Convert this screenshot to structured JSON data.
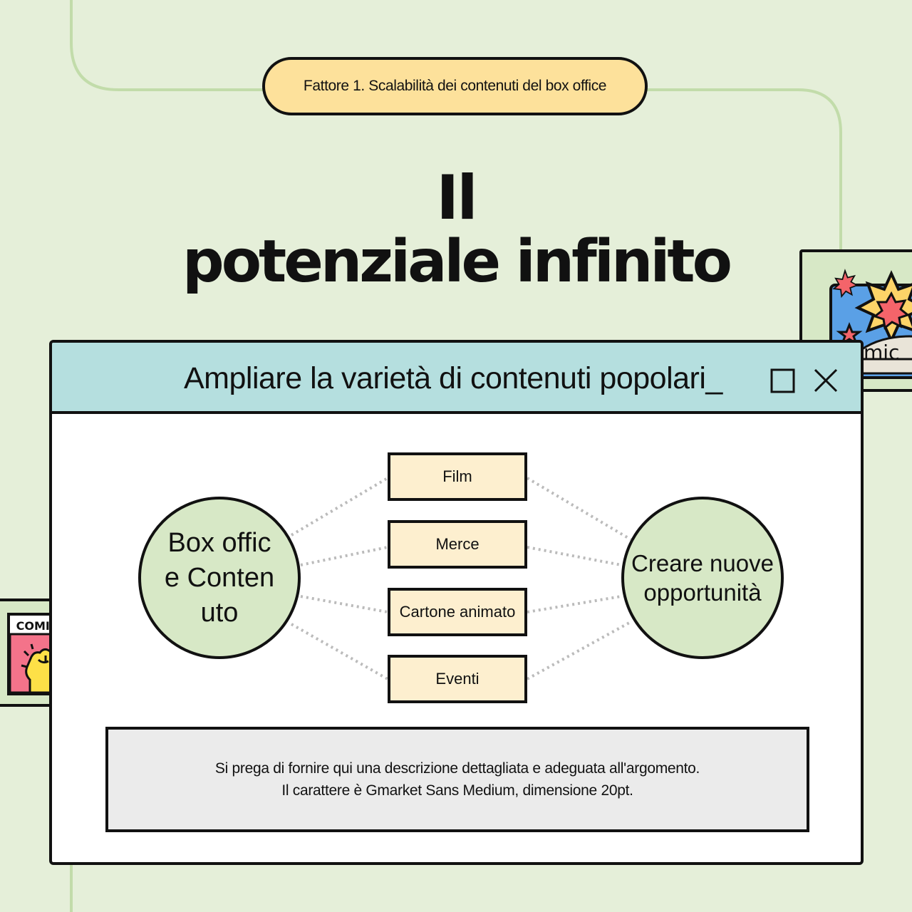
{
  "header": {
    "pill_label": "Fattore 1. Scalabilità dei contenuti del box office"
  },
  "title": {
    "line1": "Il",
    "line2": "potenziale infinito"
  },
  "stickers": {
    "left_label": "COMICS",
    "right_label": "mic"
  },
  "window": {
    "title": "Ampliare la varietà di contenuti popolari_",
    "maximize_icon": "square-icon",
    "close_icon": "close-x-icon"
  },
  "diagram": {
    "source": "Box office Contenuto",
    "target": "Creare nuove opportunità",
    "items": [
      "Film",
      "Merce",
      "Cartone animato",
      "Eventi"
    ]
  },
  "description": {
    "line1": "Si prega di fornire qui una descrizione dettagliata e adeguata all'argomento.",
    "line2": "Il carattere è Gmarket Sans Medium, dimensione 20pt."
  },
  "colors": {
    "background": "#e5efd9",
    "pill": "#fde19b",
    "titlebar": "#b5dfdf",
    "node": "#d7e8c6",
    "box": "#fdefcf",
    "description_bg": "#ebebeb",
    "outline": "#111111"
  }
}
